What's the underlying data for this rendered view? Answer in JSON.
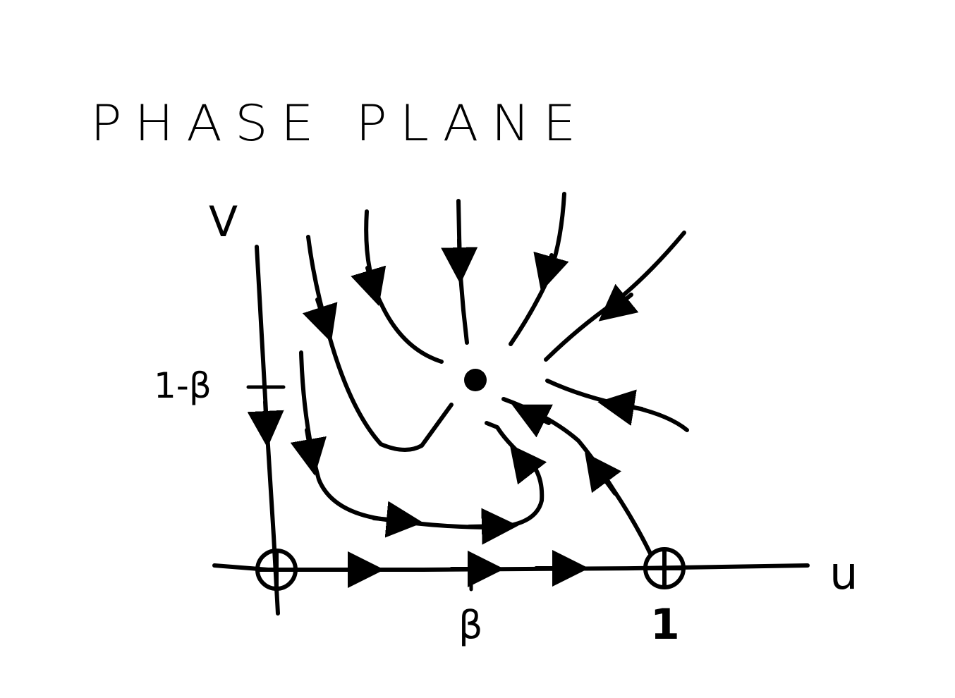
{
  "diagram": {
    "title": "PHASE PLANE",
    "axes": {
      "vertical_label": "V",
      "horizontal_label": "u"
    },
    "tick_labels": {
      "v_axis_tick": "1-β",
      "u_axis_beta": "β",
      "u_axis_one": "1"
    },
    "equilibria": [
      {
        "name": "origin",
        "kind": "unstable (circled cross)"
      },
      {
        "name": "u=1",
        "kind": "unstable (circled cross)"
      },
      {
        "name": "interior",
        "kind": "stable node (filled dot)"
      }
    ],
    "ink_color": "#000000"
  }
}
